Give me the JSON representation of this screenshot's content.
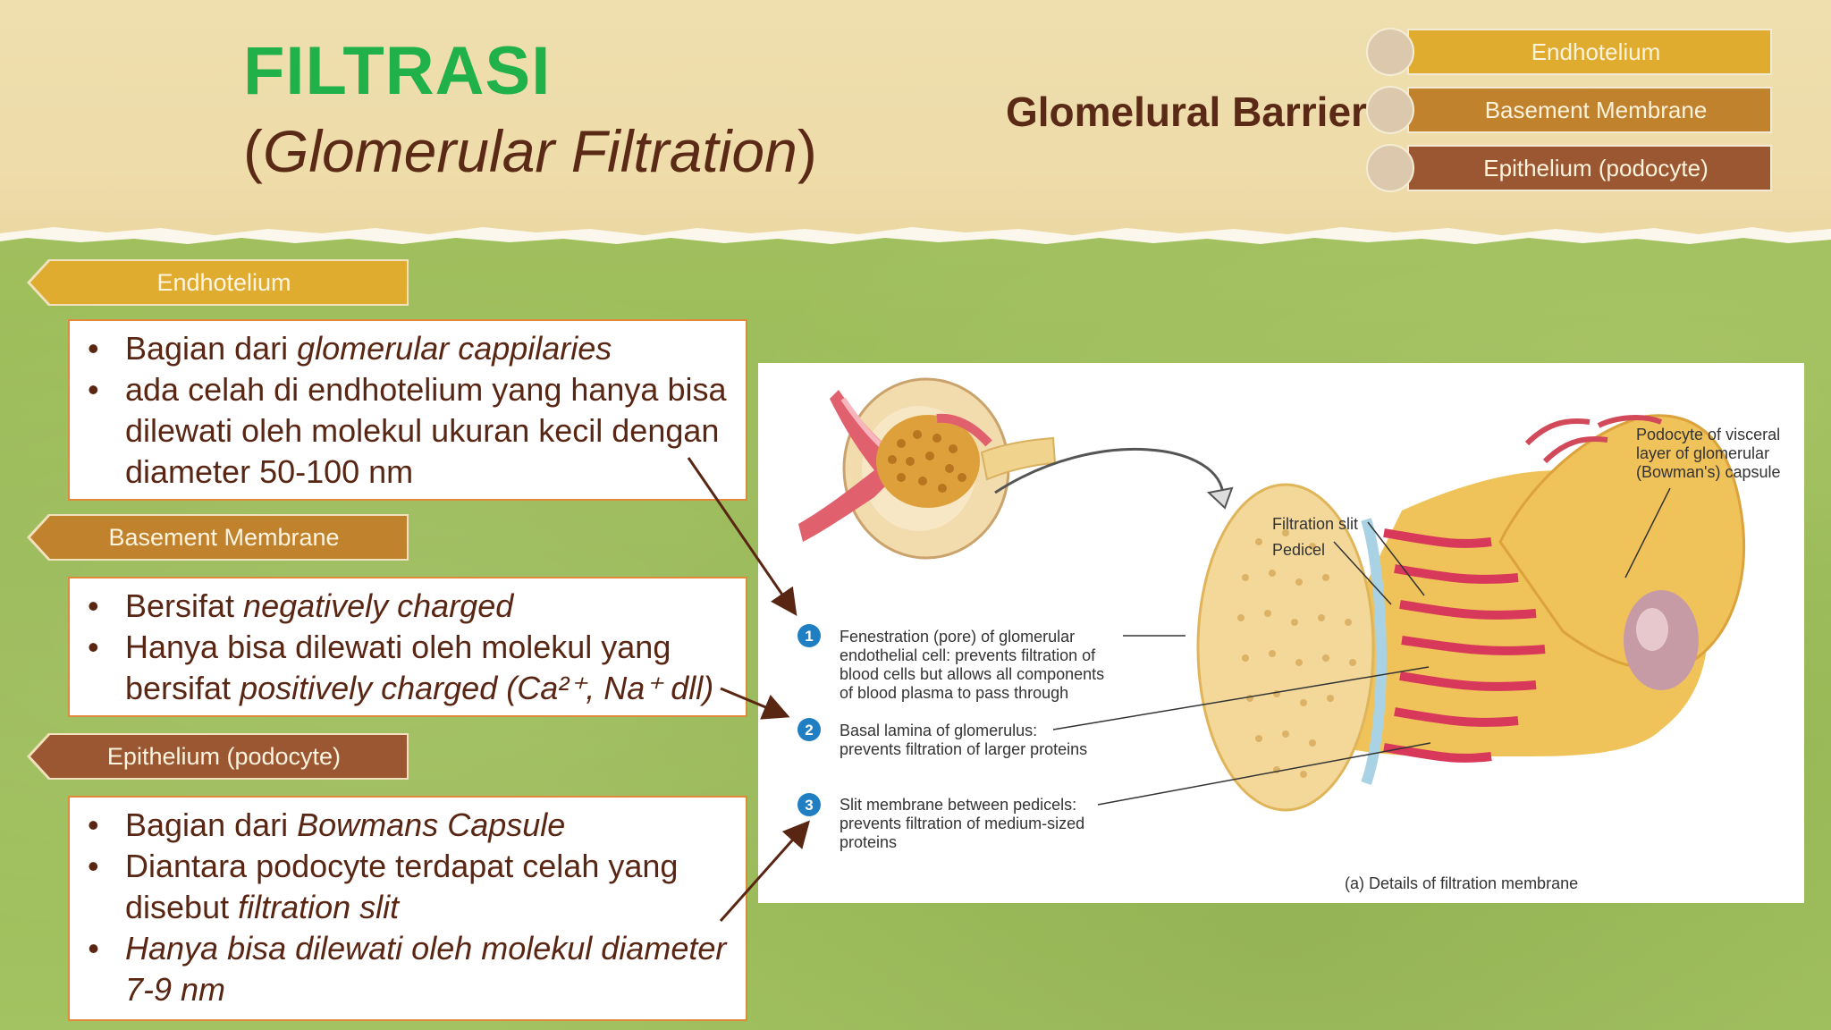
{
  "header": {
    "title": "FILTRASI",
    "subtitle": "Glomerular Filtration",
    "barrier_title": "Glomelural Barrier"
  },
  "legend": [
    {
      "label": "Endhotelium",
      "color": "#dfac2f"
    },
    {
      "label": "Basement Membrane",
      "color": "#c1822d"
    },
    {
      "label": "Epithelium (podocyte)",
      "color": "#9b5732"
    }
  ],
  "sections": {
    "endothelium": {
      "tag": "Endhotelium",
      "b1_pre": "Bagian dari ",
      "b1_it": "glomerular cappilaries",
      "b2": "ada celah di endhotelium yang hanya bisa dilewati oleh molekul ukuran kecil dengan diameter 50-100 nm"
    },
    "basement": {
      "tag": "Basement Membrane",
      "b1_pre": "Bersifat ",
      "b1_it": "negatively charged",
      "b2_pre": "Hanya bisa dilewati oleh molekul yang bersifat ",
      "b2_it": "positively charged (Ca²⁺, Na⁺ dll)"
    },
    "epithelium": {
      "tag": "Epithelium (podocyte)",
      "b1_pre": "Bagian dari ",
      "b1_it": "Bowmans Capsule",
      "b2_pre": "Diantara podocyte terdapat celah yang disebut ",
      "b2_it": "filtration slit",
      "b3_it": "Hanya bisa dilewati oleh molekul diameter 7-9 nm"
    }
  },
  "figure": {
    "label_podocyte": [
      "Podocyte of visceral",
      "layer of glomerular",
      "(Bowman's) capsule"
    ],
    "label_slit": "Filtration slit",
    "label_pedicel": "Pedicel",
    "item1_num": "1",
    "item1": [
      "Fenestration (pore) of glomerular",
      "endothelial cell: prevents filtration of",
      "blood cells but allows all components",
      "of blood plasma to pass through"
    ],
    "item2_num": "2",
    "item2": [
      "Basal lamina of glomerulus:",
      "prevents filtration of larger proteins"
    ],
    "item3_num": "3",
    "item3": [
      "Slit membrane between pedicels:",
      "prevents filtration of medium-sized",
      "proteins"
    ],
    "caption": "(a) Details of filtration membrane"
  }
}
